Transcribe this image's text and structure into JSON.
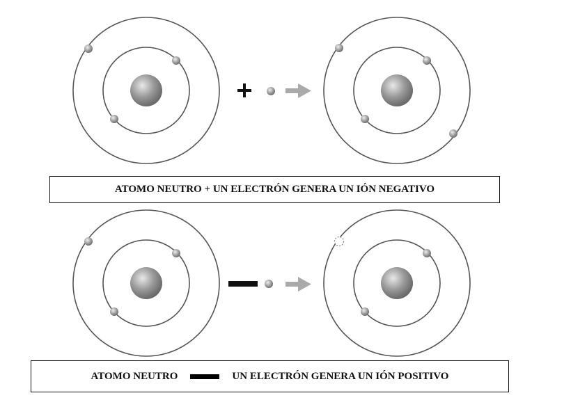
{
  "reaction_top": {
    "operator": "+",
    "caption": "ATOMO NEUTRO + UN ELECTRÓN GENERA UN IÓN NEGATIVO"
  },
  "reaction_bottom": {
    "caption_left": "ATOMO NEUTRO",
    "caption_right": "UN ELECTRÓN GENERA UN IÓN POSITIVO"
  },
  "colors": {
    "orbit": "#555555",
    "electron": "#999999",
    "nucleus": "#888888",
    "arrow": "#aaaaaa",
    "text": "#111111"
  }
}
